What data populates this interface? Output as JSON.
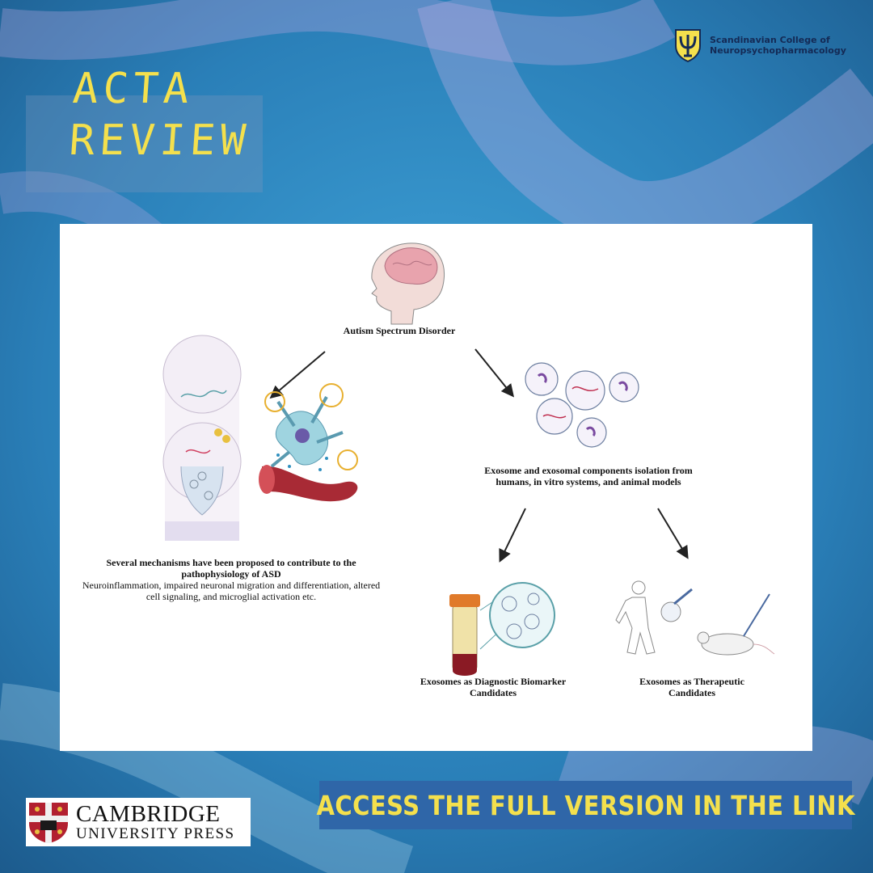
{
  "header": {
    "title_line1": "ACTA",
    "title_line2": "REVIEW",
    "college_line1": "Scandinavian College of",
    "college_line2": "Neuropsychopharmacology"
  },
  "diagram": {
    "root": "Autism Spectrum Disorder",
    "mechanisms_title": "Several mechanisms have been proposed to contribute to the pathophysiology of ASD",
    "mechanisms_body": "Neuroinflammation, impaired neuronal migration and differentiation, altered cell signaling, and microglial activation etc.",
    "exosome_isolation": "Exosome and exosomal components isolation from humans, in vitro systems, and animal models",
    "diagnostic": "Exosomes as Diagnostic Biomarker Candidates",
    "therapeutic": "Exosomes as Therapeutic Candidates"
  },
  "footer": {
    "publisher_line1": "CAMBRIDGE",
    "publisher_line2": "UNIVERSITY PRESS",
    "cta": "ACCESS THE FULL VERSION IN THE LINK"
  },
  "colors": {
    "background": "#2a7fb8",
    "title_yellow": "#f4e04d",
    "cta_bar": "#2f66a8",
    "college_navy": "#142a55"
  }
}
